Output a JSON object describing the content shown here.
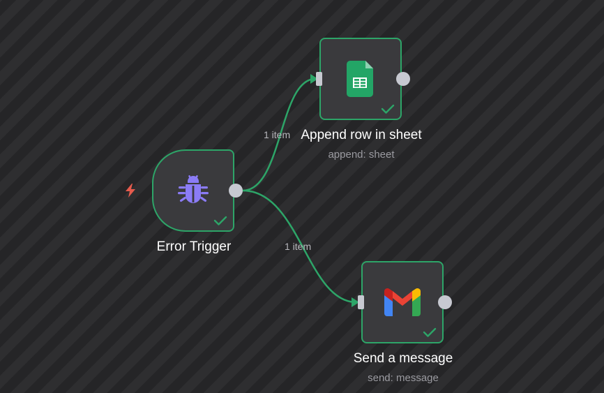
{
  "colors": {
    "node_border": "#2da568",
    "connection": "#2da568",
    "handle": "#c7c9d1",
    "node_fill": "#3a3a3d",
    "bug_icon": "#8b7cf6",
    "bolt_icon": "#e55b4d",
    "sheets_icon": "#23a566"
  },
  "connections": [
    {
      "from": "error-trigger",
      "to": "append-row-in-sheet",
      "label": "1 item"
    },
    {
      "from": "error-trigger",
      "to": "send-a-message",
      "label": "1 item"
    }
  ],
  "nodes": {
    "error_trigger": {
      "title": "Error Trigger",
      "icon": "bug-icon",
      "status": "success",
      "trigger_icon": "bolt-icon"
    },
    "append_row": {
      "title": "Append row in sheet",
      "subtitle": "append: sheet",
      "icon": "google-sheets-icon",
      "status": "success"
    },
    "send_message": {
      "title": "Send a message",
      "subtitle": "send: message",
      "icon": "gmail-icon",
      "status": "success"
    }
  }
}
